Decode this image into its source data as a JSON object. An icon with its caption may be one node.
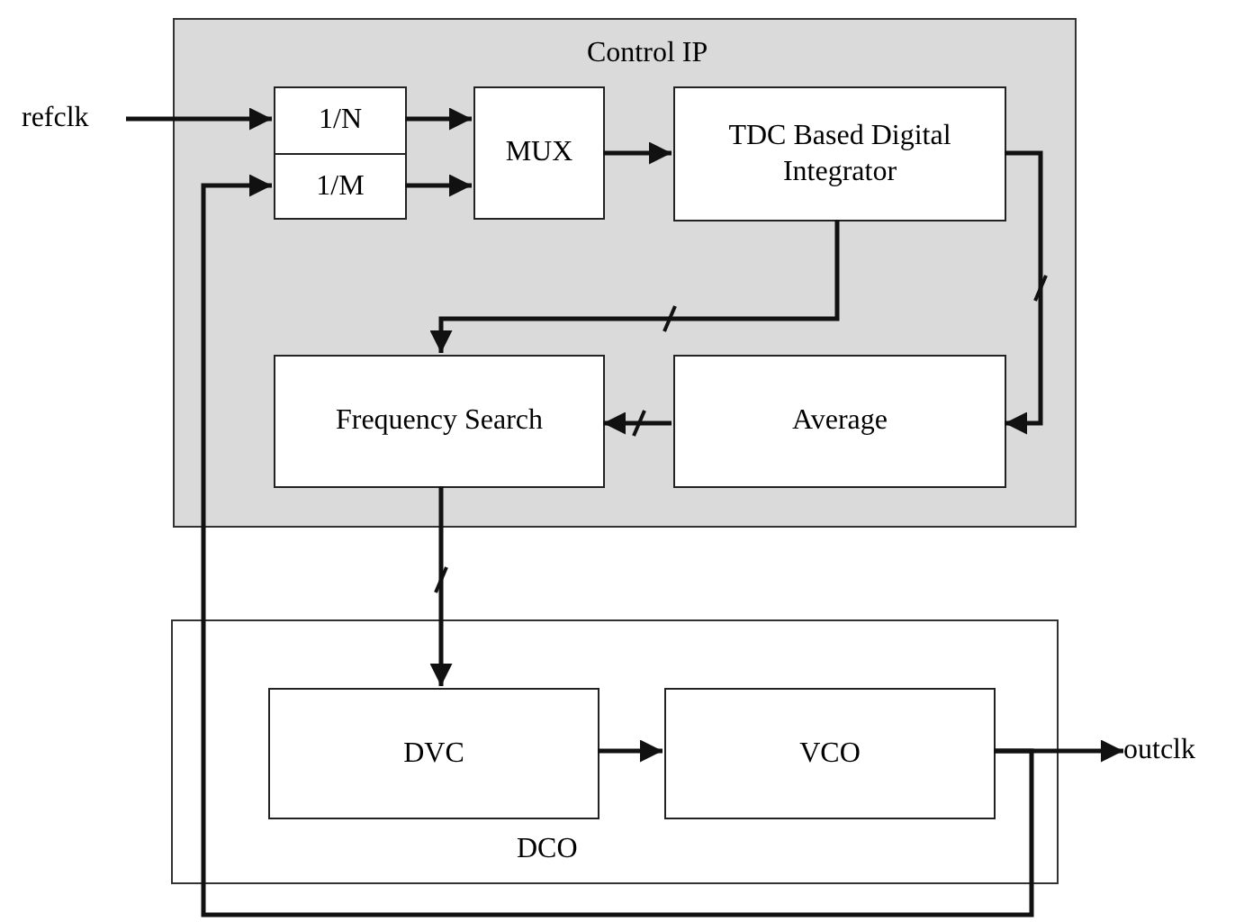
{
  "diagram": {
    "nodes": [
      {
        "text": [
          "Control IP"
        ]
      },
      {
        "text": [
          "1/N"
        ],
        "in": 0
      },
      {
        "text": [
          "1/M"
        ],
        "in": 0
      },
      {
        "text": [
          "MUX"
        ],
        "in": 0
      },
      {
        "text": [
          "TDC Based Digital Integrator"
        ],
        "in": 0
      },
      {
        "text": [
          "Frequency Search"
        ],
        "in": 0
      },
      {
        "text": [
          "Average"
        ],
        "in": 0
      },
      {
        "text": [
          "DCO"
        ]
      },
      {
        "text": [
          "DVC"
        ],
        "in": 7
      },
      {
        "text": [
          "VCO"
        ],
        "in": 7
      },
      {
        "text": [
          "refclk"
        ]
      },
      {
        "text": [
          "outclk"
        ]
      }
    ],
    "edges": [
      {
        "from": 10,
        "to": 1,
        "arrow": "to"
      },
      {
        "from": 1,
        "to": 3,
        "arrow": "to"
      },
      {
        "from": 2,
        "to": 3,
        "arrow": "to"
      },
      {
        "from": 3,
        "to": 4,
        "arrow": "to"
      },
      {
        "from": 4,
        "to": 6,
        "arrow": "to"
      },
      {
        "from": 4,
        "to": 5,
        "arrow": "to"
      },
      {
        "from": 6,
        "to": 5,
        "arrow": "to"
      },
      {
        "from": 5,
        "to": 8,
        "arrow": "to"
      },
      {
        "from": 8,
        "to": 9,
        "arrow": "to"
      },
      {
        "from": 9,
        "to": 11,
        "arrow": "to"
      },
      {
        "from": 9,
        "to": 2,
        "arrow": "to"
      }
    ]
  }
}
